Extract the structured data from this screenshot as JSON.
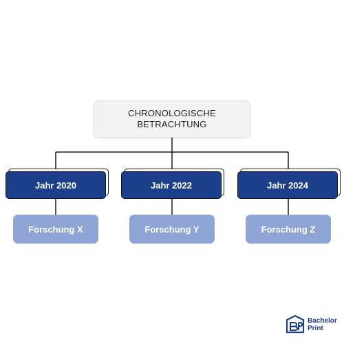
{
  "diagram": {
    "root": {
      "label": "CHRONOLOGISCHE\nBETRACHTUNG"
    },
    "branches": [
      {
        "year": "Jahr 2020",
        "research": "Forschung X"
      },
      {
        "year": "Jahr 2022",
        "research": "Forschung Y"
      },
      {
        "year": "Jahr 2024",
        "research": "Forschung Z"
      }
    ]
  },
  "logo": {
    "line1": "Bachelor",
    "line2": "Print",
    "icon": "bachelorprint-logo-icon"
  },
  "colors": {
    "root_bg": "#f2f2f2",
    "year_bg": "#1c3f8c",
    "research_bg": "#8da4d4",
    "line": "#1a1a1a"
  }
}
